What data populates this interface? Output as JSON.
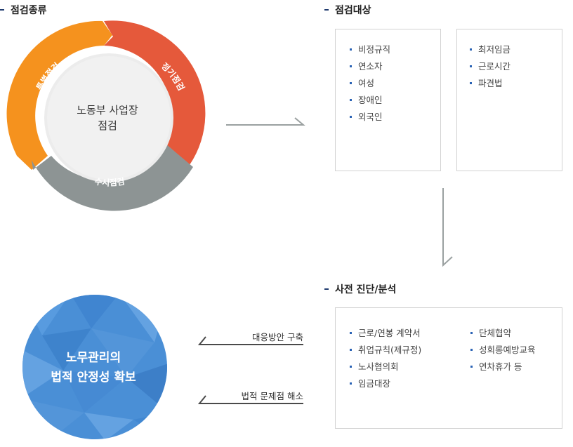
{
  "cycle": {
    "heading": "점검종류",
    "center_line1": "노동부 사업장",
    "center_line2": "점검",
    "segments": {
      "special": "특별점검",
      "regular": "정기점검",
      "occasional": "수시점검"
    },
    "colors": {
      "orange": "#f5921e",
      "red": "#e5593b",
      "gray": "#8d9494",
      "center": "#ececec"
    }
  },
  "targets": {
    "heading": "점검대상",
    "left_items": [
      "비정규직",
      "연소자",
      "여성",
      "장애인",
      "외국인"
    ],
    "right_items": [
      "최저임금",
      "근로시간",
      "파견법"
    ]
  },
  "diagnosis": {
    "heading": "사전 진단/분석",
    "left_items": [
      "근로/연봉 계약서",
      "취업규칙(제규정)",
      "노사협의회",
      "임금대장"
    ],
    "right_items": [
      "단체협약",
      "성희롱예방교육",
      "연차휴가 등"
    ]
  },
  "arrows": {
    "countermeasure": "대응방안 구축",
    "resolve": "법적 문제점 해소"
  },
  "result": {
    "line1": "노무관리의",
    "line2": "법적 안정성 확보",
    "color": "#4a8fd6"
  }
}
